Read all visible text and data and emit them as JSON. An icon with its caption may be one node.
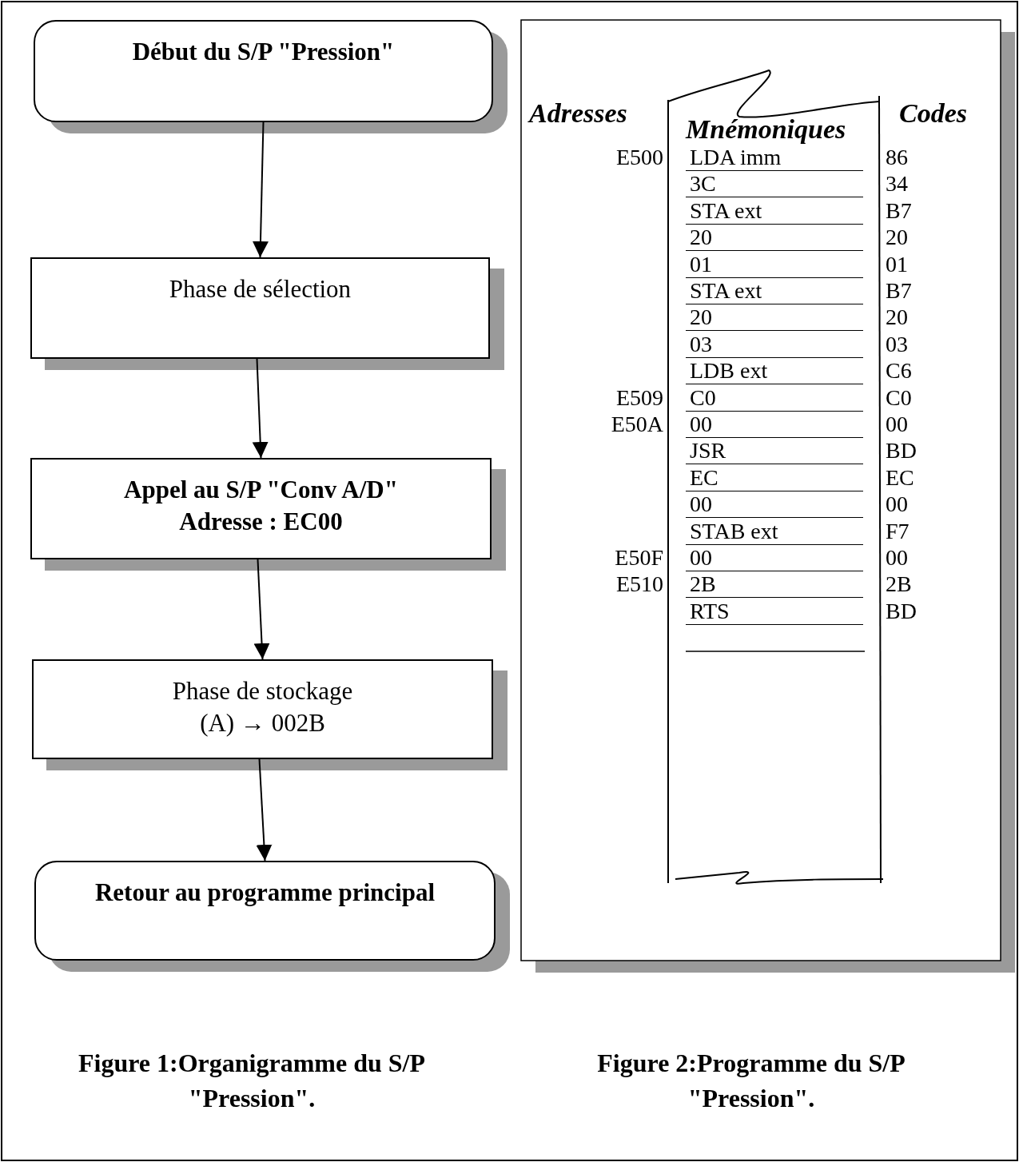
{
  "diagram": {
    "nodes": [
      {
        "text": [
          "Début du S/P \"Pression\""
        ]
      },
      {
        "text": [
          "Phase de sélection"
        ]
      },
      {
        "text": [
          "Appel au S/P \"Conv A/D\"",
          "Adresse : EC00"
        ]
      },
      {
        "text": [
          "Phase de stockage",
          "(A) → 002B"
        ]
      },
      {
        "text": [
          "Retour au programme principal"
        ]
      }
    ],
    "edges": [
      {
        "from": 0,
        "to": 1,
        "arrow": "to"
      },
      {
        "from": 1,
        "to": 2,
        "arrow": "to"
      },
      {
        "from": 2,
        "to": 3,
        "arrow": "to"
      },
      {
        "from": 3,
        "to": 4,
        "arrow": "to"
      }
    ],
    "labels": [
      "Adresses",
      "Mnémoniques",
      "Codes",
      "E500",
      "LDA imm",
      "86",
      "3C",
      "34",
      "STA ext",
      "B7",
      "20",
      "20",
      "01",
      "01",
      "STA ext",
      "B7",
      "20",
      "20",
      "03",
      "03",
      "LDB ext",
      "C6",
      "E509",
      "C0",
      "C0",
      "E50A",
      "00",
      "00",
      "JSR",
      "BD",
      "EC",
      "EC",
      "00",
      "00",
      "STAB ext",
      "F7",
      "E50F",
      "00",
      "00",
      "E510",
      "2B",
      "2B",
      "RTS",
      "BD",
      "Figure 1:Organigramme du S/P \"Pression\".",
      "Figure 2:Programme du S/P \"Pression\"."
    ]
  }
}
